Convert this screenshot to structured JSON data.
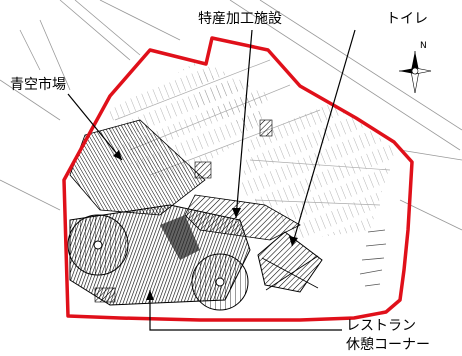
{
  "labels": {
    "tokusan": "特産加工施設",
    "toilet": "トイレ",
    "aozora": "青空市場",
    "restaurant_line1": "レストラン",
    "restaurant_line2": "休憩コーナー"
  },
  "compass": {
    "north": "N"
  },
  "colors": {
    "boundary": "#e0101a",
    "line": "#000000",
    "paving": "#777777"
  }
}
